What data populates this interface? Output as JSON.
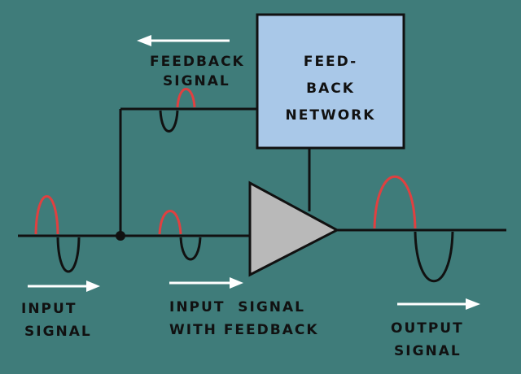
{
  "colors": {
    "background": "#3f7c7a",
    "line": "#111111",
    "positive_half_wave": "#e04040",
    "arrow": "#ffffff",
    "network_box": "#a9c8e8",
    "amplifier": "#b9b9b9"
  },
  "network": {
    "line1": "FEED-",
    "line2": "BACK",
    "line3": "NETWORK"
  },
  "labels": {
    "feedback_signal": [
      "FEEDBACK",
      "SIGNAL"
    ],
    "input_signal": [
      "INPUT",
      "SIGNAL"
    ],
    "input_with_feedback": [
      "INPUT  SIGNAL",
      "WITH FEEDBACK"
    ],
    "output_signal": [
      "OUTPUT",
      "SIGNAL"
    ]
  }
}
